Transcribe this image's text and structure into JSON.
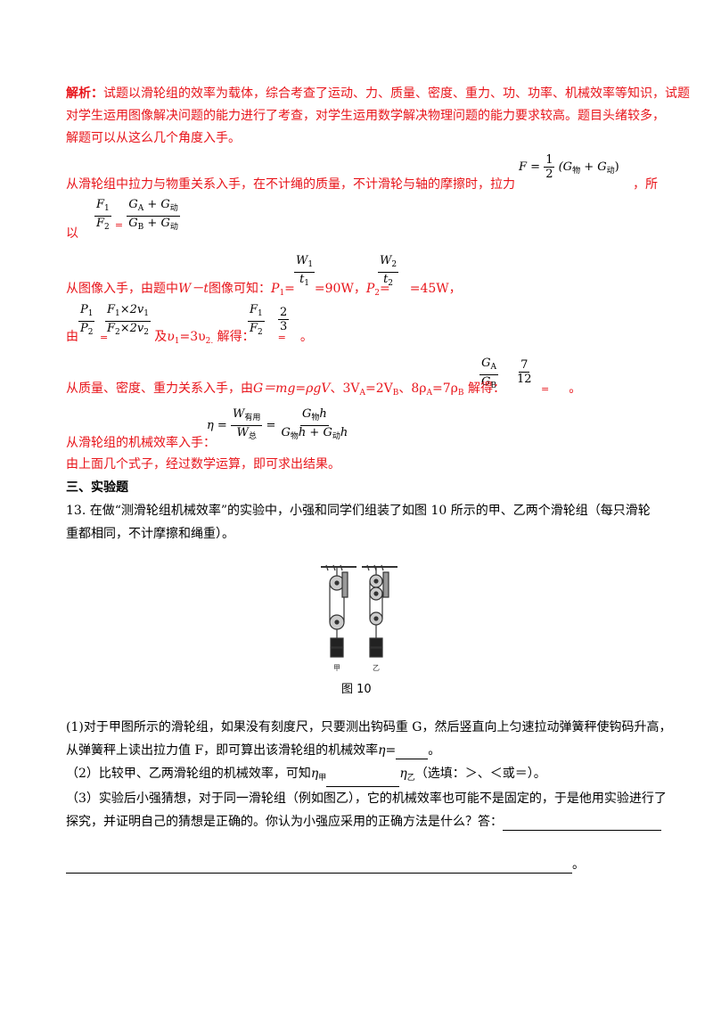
{
  "analysis": {
    "label": "解析",
    "label_colon": "：",
    "line1": "试题以滑轮组的效率为载体，综合考查了运动、力、质量、密度、重力、功、功率、机械效率等知识，试题",
    "line2": "对学生运用图像解决问题的能力进行了考查，对学生运用数学解决物理问题的能力要求较高。题目头绪较多，",
    "line3": "解题可以从这么几个角度入手。",
    "p1_text": "从滑轮组中拉力与物重关系入手，在不计绳的质量，不计滑轮与轴的摩擦时，拉力",
    "p1_tail": "，所",
    "p1_line2": "以",
    "p2_text": "从图像入手，由题中",
    "p2_wt": "W－t",
    "p2_mid": "图像可知：",
    "p2_P1": "P",
    "p2_P1_sub": "1",
    "p2_eq": "=",
    "p2_val1": "=90W，",
    "p2_P2": "P",
    "p2_P2_sub": "2",
    "p2_val2": "=45W，",
    "p3_text": "由",
    "p3_eq": "=",
    "p3_and": "及",
    "p3_v": "υ",
    "p3_v1sub": "1",
    "p3_v_mid": "=3υ",
    "p3_v2sub": "2.",
    "p3_solve": " 解得：",
    "p3_end": "。",
    "p4_text": "从质量、密度、重力关系入手，由",
    "p4_formula": "G＝mg=ρgV",
    "p4_mid": "、3V",
    "p4_A": "A",
    "p4_mid2": "=2V",
    "p4_B": "B",
    "p4_mid3": "、8ρ",
    "p4_A2": "A",
    "p4_mid4": "=7ρ",
    "p4_B2": "B",
    "p4_solve": " 解得：",
    "p4_end": "。",
    "p5_text": "从滑轮组的机械效率入手：",
    "p6_text": "由上面几个式子，经过数学运算，即可求出结果。"
  },
  "formulas": {
    "F_lhs": "F = ",
    "F_half_num": "1",
    "F_half_den": "2",
    "F_paren": "(G",
    "F_sub1": "物",
    "F_plus": " + G",
    "F_sub2": "动",
    "F_close": ")",
    "ratio_F1": "F",
    "ratio_F1_sub": "1",
    "ratio_F2": "F",
    "ratio_F2_sub": "2",
    "ratio_num": "G",
    "ratio_num_sub1": "A",
    "ratio_num_plus": " + G",
    "ratio_num_sub2": "动",
    "ratio_den": "G",
    "ratio_den_sub1": "B",
    "ratio_den_plus": " + G",
    "ratio_den_sub2": "动",
    "ratio_eq": "=",
    "W1": "W",
    "W1_sub": "1",
    "t1": "t",
    "t1_sub": "1",
    "W2": "W",
    "W2_sub": "2",
    "t2": "t",
    "t2_sub": "2",
    "P1": "P",
    "P1_sub": "1",
    "P2": "P",
    "P2_sub": "2",
    "Fv_num": "F",
    "Fv_num_sub": "1",
    "Fv_num_rest": "×2v",
    "Fv_num_sub2": "1",
    "Fv_den": "F",
    "Fv_den_sub": "2",
    "Fv_den_rest": "×2v",
    "Fv_den_sub2": "2",
    "two": "2",
    "three": "3",
    "GA": "G",
    "GA_sub": "A",
    "GB": "G",
    "GB_sub": "B",
    "seven": "7",
    "twelve": "12",
    "eta": "η = ",
    "W_useful": "W",
    "W_useful_sub": "有用",
    "W_total": "W",
    "W_total_sub": "总",
    "eta_eq": " = ",
    "eta_num": "G",
    "eta_num_sub": "物",
    "eta_num_h": "h",
    "eta_den1": "G",
    "eta_den1_sub": "物",
    "eta_den1_h": "h + G",
    "eta_den2_sub": "动",
    "eta_den2_h": "h"
  },
  "section": {
    "title": "三、实验题"
  },
  "question13": {
    "line1": "13. 在做“测滑轮组机械效率”的实验中，小强和同学们组装了如图 10 所示的甲、乙两个滑轮组（每只滑轮",
    "line2": "重都相同，不计摩擦和绳重）。",
    "figure_caption": "图 10",
    "fig_label_jia": "甲",
    "fig_label_yi": "乙",
    "sub1_line1": "(1)对于甲图所示的滑轮组，如果没有刻度尺，只要测出钩码重 G，然后竖直向上匀速拉动弹簧秤使钩码升高，",
    "sub1_line2_a": "从弹簧秤上读出拉力值 F，即可算出该滑轮组的机械效率",
    "sub1_eta": "η=",
    "sub1_end": "。",
    "sub2_a": "（2）比较甲、乙两滑轮组的机械效率，可知",
    "sub2_eta1": "η",
    "sub2_jia": "甲",
    "sub2_eta2": "η",
    "sub2_yi": "乙",
    "sub2_tail": "（选填：＞、＜或＝）。",
    "sub3_line1": "（3）实验后小强猜想，对于同一滑轮组（例如图乙），它的机械效率也可能不是固定的，于是他用实验进行了",
    "sub3_line2": "探究，并证明自己的猜想是正确的。你认为小强应采用的正确方法是什么？答：",
    "sub3_end": "。"
  }
}
